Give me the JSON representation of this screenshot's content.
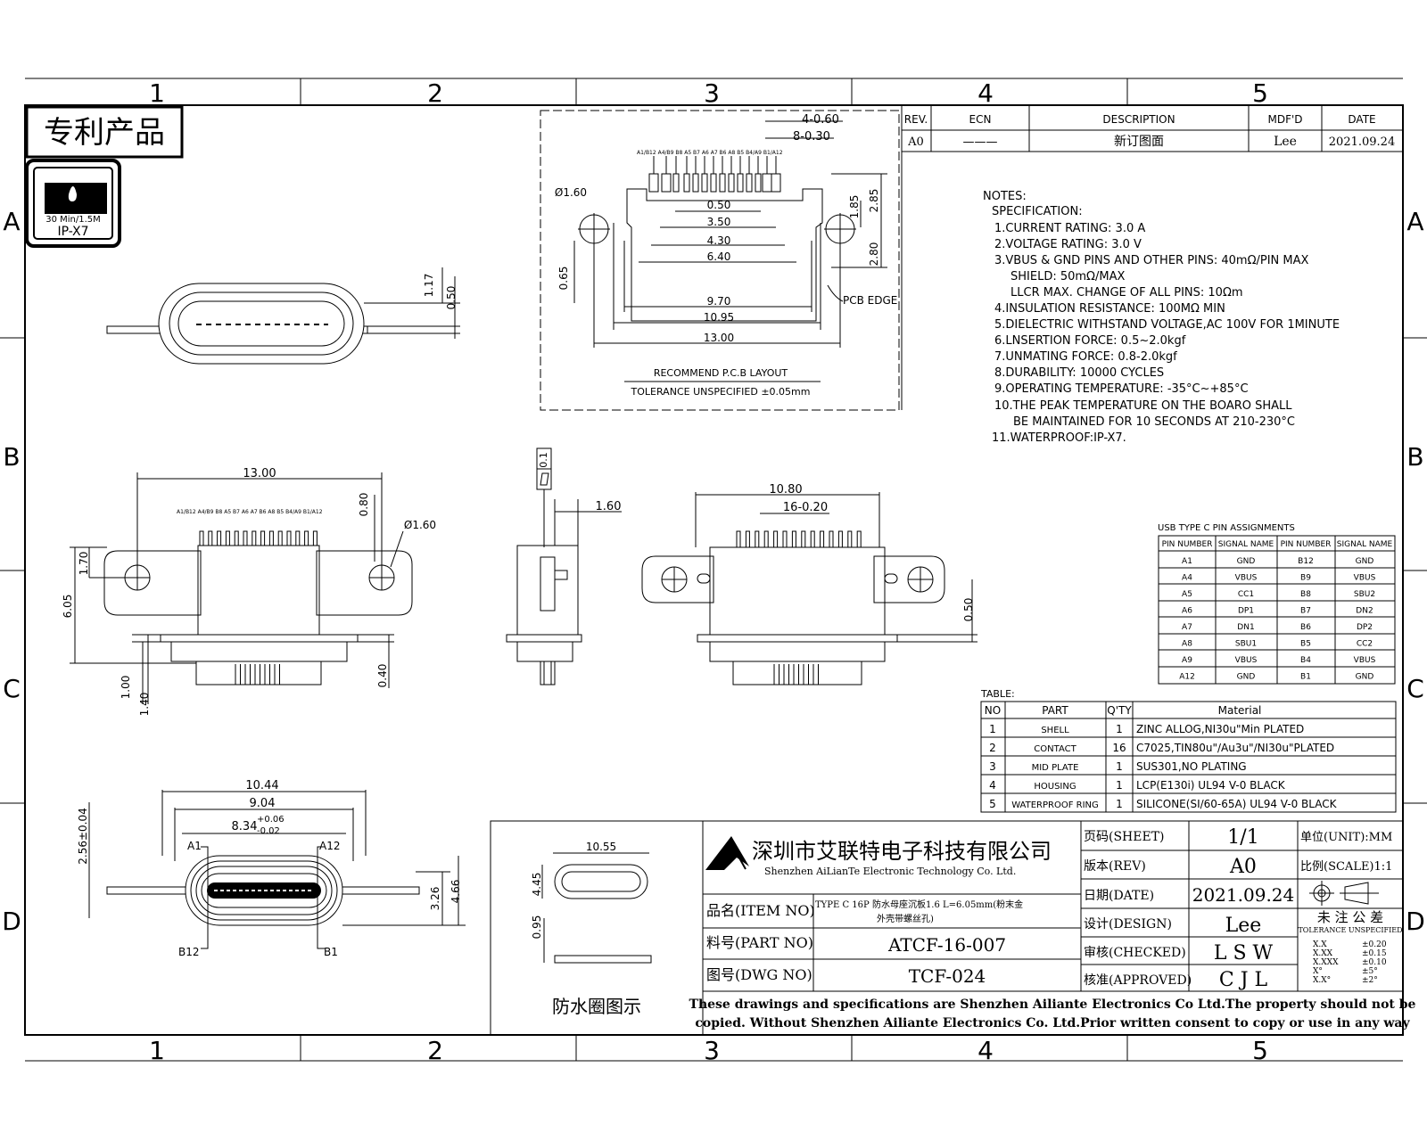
{
  "zones": {
    "columns": [
      "1",
      "2",
      "3",
      "4",
      "5"
    ],
    "rows": [
      "A",
      "B",
      "C",
      "D"
    ]
  },
  "badges": {
    "patent": "专利产品",
    "ip_small": "30 Min/1.5M",
    "ip_rating": "IP-X7"
  },
  "revision_table": {
    "headers": [
      "REV.",
      "ECN",
      "DESCRIPTION",
      "MDF'D",
      "DATE"
    ],
    "row": [
      "A0",
      "———",
      "新订图面",
      "Lee",
      "2021.09.24"
    ]
  },
  "notes": {
    "title": "NOTES:",
    "spec_title": "SPECIFICATION:",
    "lines": [
      "1.CURRENT RATING: 3.0 A",
      "2.VOLTAGE RATING: 3.0 V",
      "3.VBUS & GND PINS AND OTHER PINS: 40mΩ/PIN MAX",
      "SHIELD: 50mΩ/MAX",
      "LLCR MAX. CHANGE OF ALL PINS: 10Ωm",
      "4.INSULATION RESISTANCE:  100MΩ MIN",
      "5.DIELECTRIC WITHSTAND VOLTAGE,AC 100V FOR 1MINUTE",
      "6.LNSERTION FORCE: 0.5~2.0kgf",
      "7.UNMATING FORCE: 0.8-2.0kgf",
      "8.DURABILITY: 10000 CYCLES",
      "9.OPERATING TEMPERATURE: -35°C~+85°C",
      "10.THE PEAK TEMPERATURE ON THE BOARO SHALL",
      "BE MAINTAINED FOR 10 SECONDS AT 210-230°C",
      "11.WATERPROOF:IP-X7."
    ]
  },
  "pin_table": {
    "title": "USB TYPE C PIN ASSIGNMENTS",
    "headers": [
      "PIN NUMBER",
      "SIGNAL NAME",
      "PIN NUMBER",
      "SIGNAL NAME"
    ],
    "rows": [
      [
        "A1",
        "GND",
        "B12",
        "GND"
      ],
      [
        "A4",
        "VBUS",
        "B9",
        "VBUS"
      ],
      [
        "A5",
        "CC1",
        "B8",
        "SBU2"
      ],
      [
        "A6",
        "DP1",
        "B7",
        "DN2"
      ],
      [
        "A7",
        "DN1",
        "B6",
        "DP2"
      ],
      [
        "A8",
        "SBU1",
        "B5",
        "CC2"
      ],
      [
        "A9",
        "VBUS",
        "B4",
        "VBUS"
      ],
      [
        "A12",
        "GND",
        "B1",
        "GND"
      ]
    ]
  },
  "material_table": {
    "title": "TABLE:",
    "headers": [
      "NO",
      "PART",
      "Q'TY",
      "Material"
    ],
    "rows": [
      [
        "1",
        "SHELL",
        "1",
        "ZINC  ALLOG,NI30u\"Min  PLATED"
      ],
      [
        "2",
        "CONTACT",
        "16",
        "C7025,TIN80u\"/Au3u\"/NI30u\"PLATED"
      ],
      [
        "3",
        "MID PLATE",
        "1",
        "SUS301,NO  PLATING"
      ],
      [
        "4",
        "HOUSING",
        "1",
        "LCP(E130i)  UL94  V-0  BLACK"
      ],
      [
        "5",
        "WATERPROOF RING",
        "1",
        "SILICONE(SI/60-65A)  UL94  V-0  BLACK"
      ]
    ]
  },
  "pcb_layout": {
    "title": "RECOMMEND P.C.B LAYOUT",
    "tolerance": "TOLERANCE  UNSPECIFIED  ±0.05mm",
    "pin_labels": "A1/B12 A4/B9  B8 A5 B7 A6 A7 B6 A8 B5  B4/A9  B1/A12",
    "dims": {
      "d1": "4-0.60",
      "d2": "8-0.30",
      "d3": "0.50",
      "d4": "3.50",
      "d5": "4.30",
      "d6": "6.40",
      "d7": "9.70",
      "d8": "10.95",
      "d9": "13.00",
      "d10": "Ø1.60",
      "d11": "0.65",
      "d12": "1.85",
      "d13": "2.85",
      "d14": "2.80",
      "edge": "PCB EDGE"
    }
  },
  "top_view": {
    "d1": "1.17",
    "d2": "0.50"
  },
  "front_view": {
    "pin_labels": "A1/B12 A4/B9  B8 A5 B7 A6 A7 B6 A8 B5  B4/A9  B1/A12",
    "d_width": "13.00",
    "d_080": "0.80",
    "d_hole": "Ø1.60",
    "d_170": "1.70",
    "d_605": "6.05",
    "d_100": "1.00",
    "d_140": "1.40",
    "d_040": "0.40"
  },
  "side_view": {
    "flat": "0.1",
    "d160": "1.60"
  },
  "rear_view": {
    "d1": "10.80",
    "d2": "16-0.20",
    "d3": "0.50"
  },
  "bottom_view": {
    "d1": "10.44",
    "d2": "9.04",
    "d3": "8.34",
    "d3_tol_up": "+0.06",
    "d3_tol_dn": "-0.02",
    "d4": "2.56±0.04",
    "d5": "3.26",
    "d6": "4.66",
    "a1": "A1",
    "a12": "A12",
    "b12": "B12",
    "b1": "B1"
  },
  "ring": {
    "d1": "10.55",
    "d2": "4.45",
    "d3": "0.95",
    "caption": "防水圈图示"
  },
  "title_block": {
    "company_cn": "深圳市艾联特电子科技有限公司",
    "company_en": "Shenzhen AiLianTe Electronic Technology Co. Ltd.",
    "item_label": "品名(ITEM NO)",
    "item_value_1": "TYPE C 16P 防水母座沉板1.6 L=6.05mm(粉末金",
    "item_value_2": "外壳带螺丝孔)",
    "part_label": "料号(PART NO)",
    "part_value": "ATCF-16-007",
    "dwg_label": "图号(DWG NO)",
    "dwg_value": "TCF-024",
    "sheet_label": "页码(SHEET)",
    "sheet_value": "1/1",
    "rev_label": "版本(REV)",
    "rev_value": "A0",
    "date_label": "日期(DATE)",
    "date_value": "2021.09.24",
    "design_label": "设计(DESIGN)",
    "design_value": "Lee",
    "checked_label": "审核(CHECKED)",
    "checked_value": "L S W",
    "approved_label": "核准(APPROVED)",
    "approved_value": "C J L",
    "unit_label": "单位(UNIT):MM",
    "scale_label": "比例(SCALE)1:1",
    "tol_title": "未 注 公 差",
    "tol_sub": "TOLERANCE UNSPECIFIED",
    "tolerances": [
      [
        "X.X",
        "±0.20"
      ],
      [
        "X.XX",
        "±0.15"
      ],
      [
        "X.XXX",
        "±0.10"
      ],
      [
        "X°",
        "±5°"
      ],
      [
        "X.X°",
        "±2°"
      ]
    ],
    "footer_1": "These drawings and specifications are Shenzhen Ailiante Electronics Co Ltd.The property should not be",
    "footer_2": "copied. Without Shenzhen Ailiante Electronics Co. Ltd.Prior written consent to copy or use in any way"
  }
}
